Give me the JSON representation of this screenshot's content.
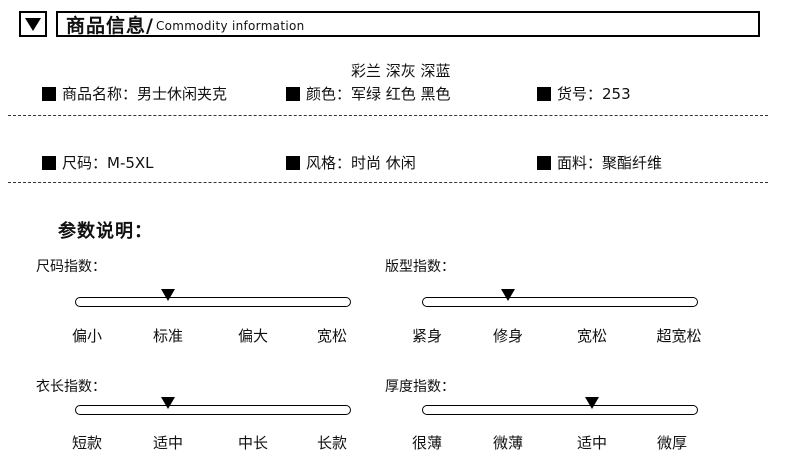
{
  "header": {
    "title_cn": "商品信息/",
    "title_en": "Commodity information"
  },
  "info": {
    "name": "商品名称：男士休闲夹克",
    "color_label": "颜色：",
    "color_line1": "彩兰 深灰 深蓝",
    "color_line2": "军绿 红色 黑色",
    "item_no": "货号：253",
    "size": "尺码：M-5XL",
    "style": "风格：时尚 休闲",
    "fabric": "面料：聚酯纤维"
  },
  "params_title": "参数说明：",
  "scales": [
    {
      "label": "尺码指数：",
      "ticks": [
        "偏小",
        "标准",
        "偏大",
        "宽松"
      ],
      "selected_index": 1
    },
    {
      "label": "版型指数：",
      "ticks": [
        "紧身",
        "修身",
        "宽松",
        "超宽松"
      ],
      "selected_index": 1
    },
    {
      "label": "衣长指数：",
      "ticks": [
        "短款",
        "适中",
        "中长",
        "长款"
      ],
      "selected_index": 1
    },
    {
      "label": "厚度指数：",
      "ticks": [
        "很薄",
        "微薄",
        "适中",
        "微厚"
      ],
      "selected_index": 2
    }
  ]
}
